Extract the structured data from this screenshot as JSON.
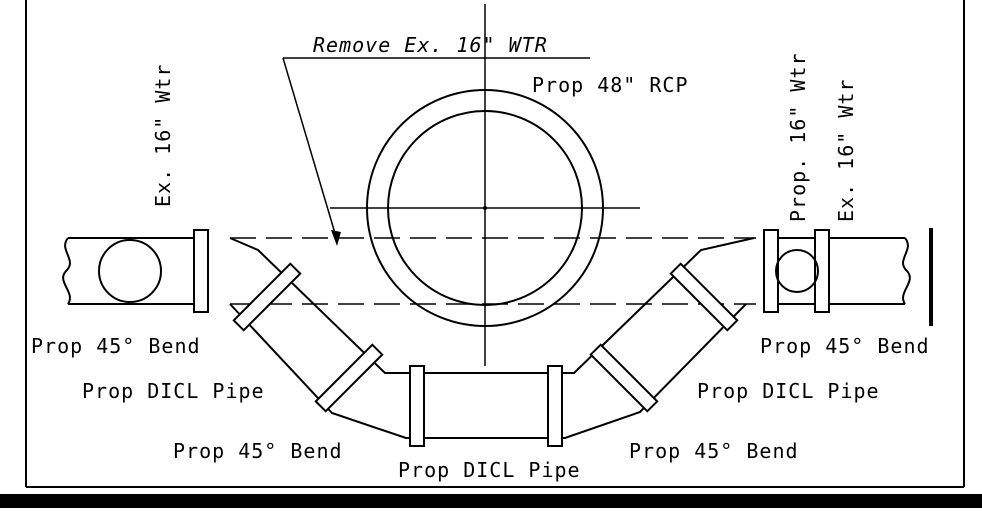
{
  "labels": {
    "remove_note": "Remove Ex. 16\" WTR",
    "prop_rcp": "Prop 48\" RCP",
    "ex_wtr_left": "Ex. 16\" Wtr",
    "prop_wtr_right": "Prop. 16\" Wtr",
    "ex_wtr_right": "Ex. 16\" Wtr",
    "bend_upper_left": "Prop 45° Bend",
    "bend_upper_right": "Prop 45° Bend",
    "pipe_left": "Prop DICL Pipe",
    "pipe_right": "Prop DICL Pipe",
    "bend_lower_left": "Prop 45° Bend",
    "bend_lower_right": "Prop 45° Bend",
    "pipe_bottom": "Prop DICL Pipe"
  }
}
